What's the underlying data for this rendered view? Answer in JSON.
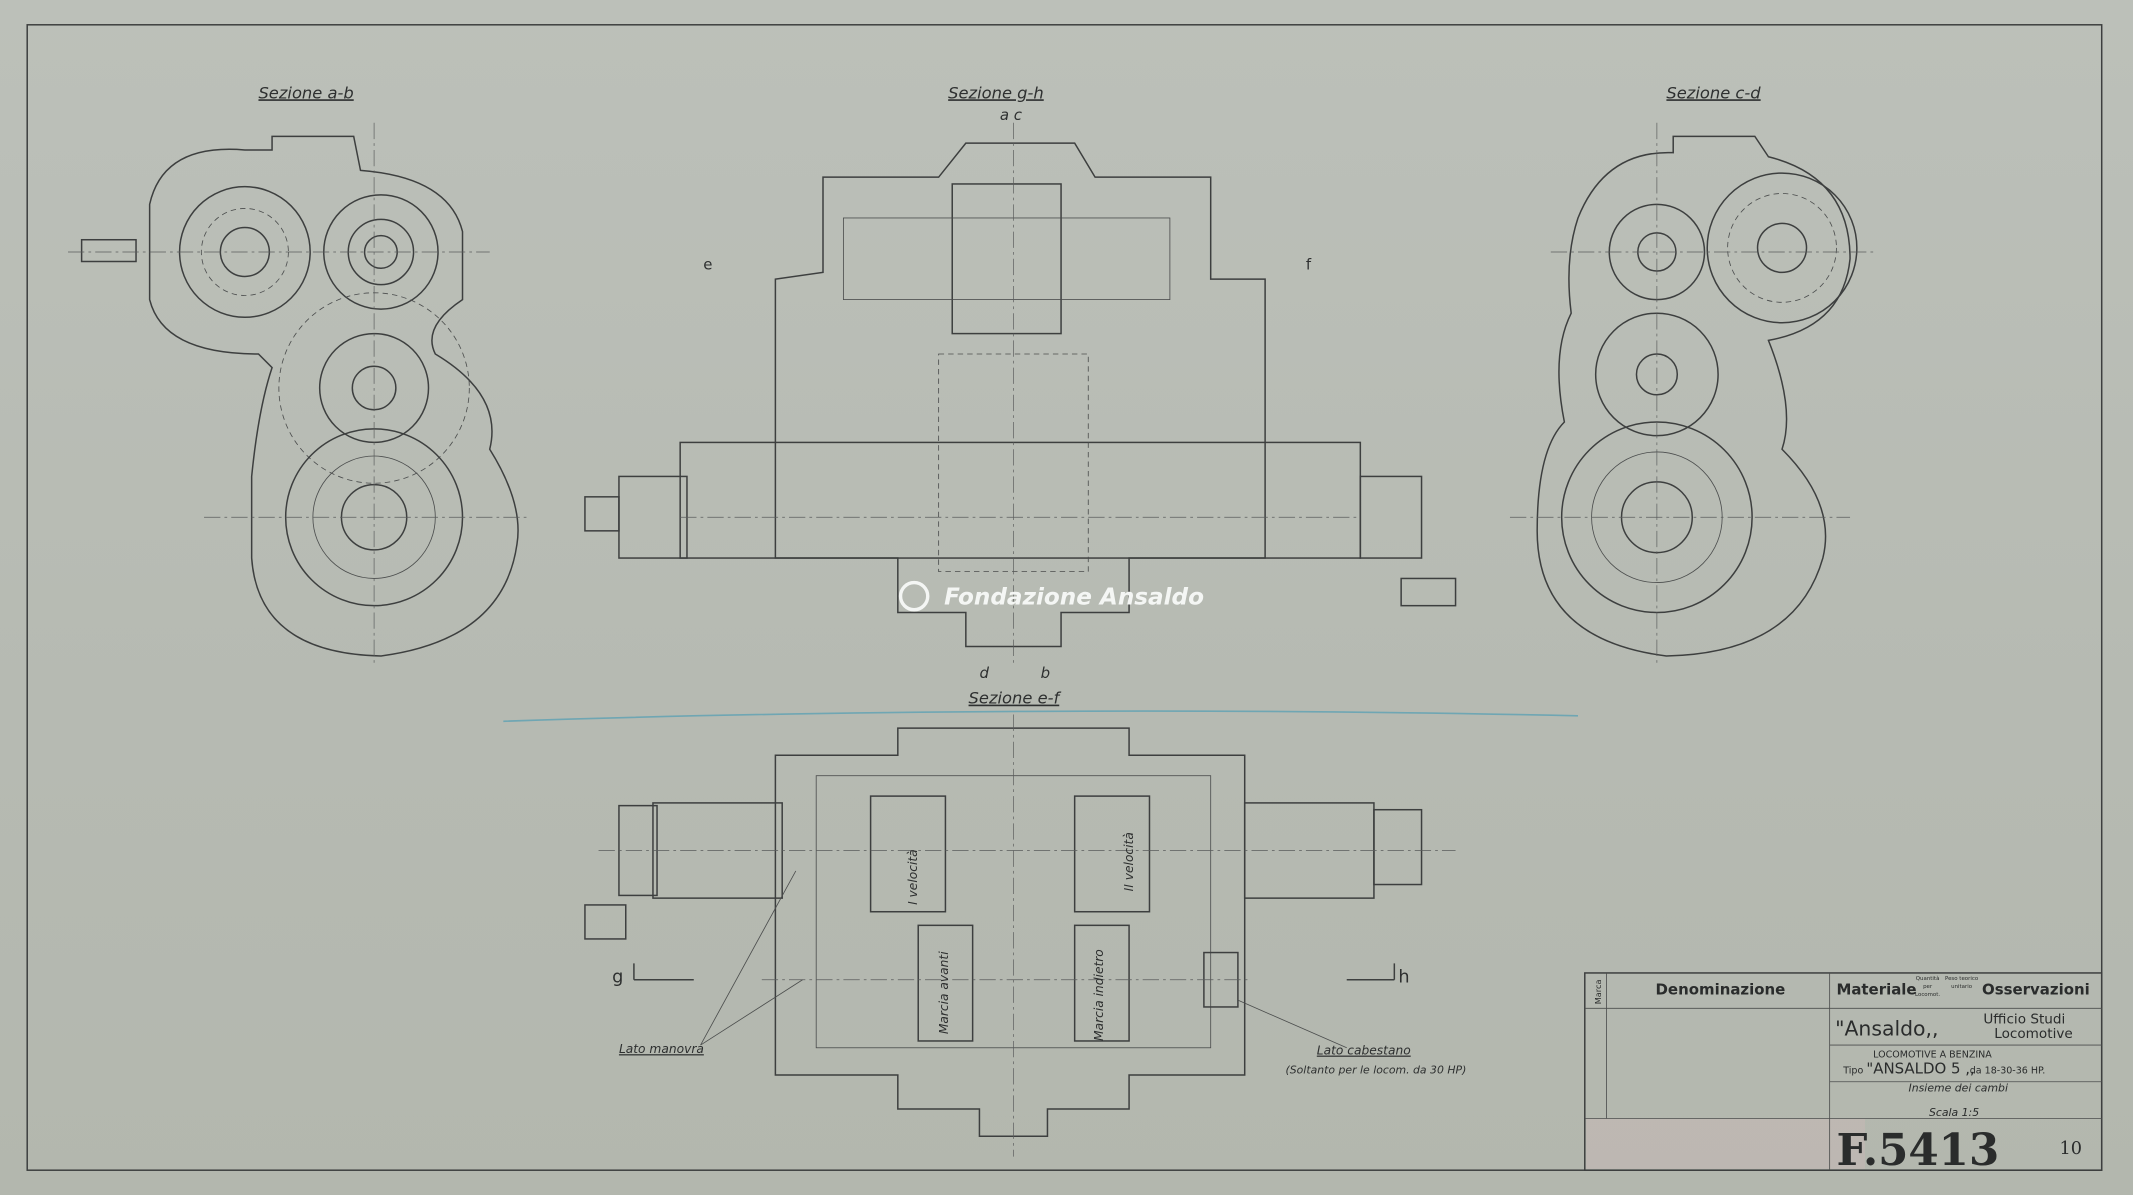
{
  "drawing": {
    "sections": {
      "ab": "Sezione a-b",
      "gh": "Sezione g-h",
      "cd": "Sezione c-d",
      "ef": "Sezione e-f"
    },
    "markers": {
      "a_c": "a  c",
      "d": "d",
      "b": "b",
      "e": "e",
      "f": "f",
      "g": "g",
      "h": "h"
    },
    "labels": {
      "first_speed": "I velocità",
      "second_speed": "II velocità",
      "forward": "Marcia avanti",
      "reverse": "Marcia indietro",
      "operating_side": "Lato manovra",
      "capstan_side": "Lato cabestano",
      "capstan_note": "(Soltanto per le locom. da 30 HP)"
    },
    "watermark": "Fondazione Ansaldo"
  },
  "title_block": {
    "headers": {
      "marca": "Marca",
      "denominazione": "Denominazione",
      "materiale": "Materiale",
      "quantita": "Quantità per Locomot.",
      "peso": "Peso teorico unitario",
      "osservazioni": "Osservazioni"
    },
    "company": "\"Ansaldo,,",
    "office_line1": "Ufficio Studi",
    "office_line2": "Locomotive",
    "subject": "Locomotive a benzina",
    "tipo_prefix": "Tipo",
    "tipo": "\"ANSALDO 5 ,,",
    "power": "da 18-30-36 HP.",
    "description": "Insieme dei cambi",
    "scale": "Scala 1:5",
    "drawing_number": "F.5413",
    "sheet_number": "10"
  }
}
